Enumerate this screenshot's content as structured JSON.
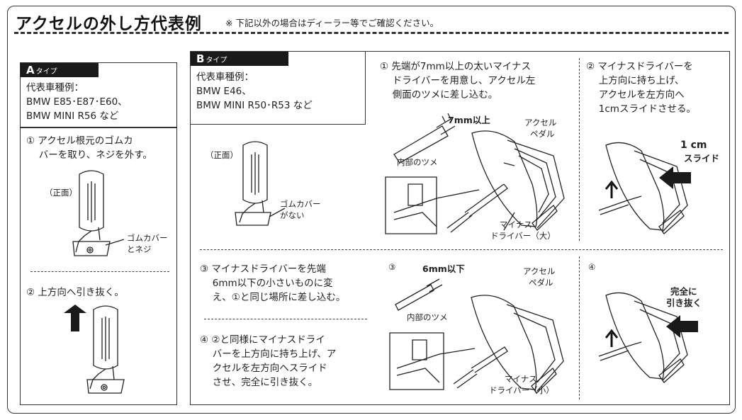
{
  "title": "アクセルの外し方代表例",
  "note": "※ 下記以外の場合はディーラー等でご確認ください。",
  "type_a": {
    "letter": "A",
    "suffix": "タイプ",
    "models": [
      "代表車種例：",
      "BMW E85･E87･E60、",
      "BMW MINI R56 など"
    ],
    "step1": [
      "① アクセル根元のゴムカ",
      "　 バーを取り、ネジを外す。"
    ],
    "front_label": "（正面）",
    "callout": [
      "ゴムカバー",
      "とネジ"
    ],
    "step2": "② 上方向へ引き抜く。"
  },
  "type_b": {
    "letter": "B",
    "suffix": "タイプ",
    "models": [
      "代表車種例：",
      "BMW E46、",
      "BMW MINI R50･R53 など"
    ],
    "front_label": "（正面）",
    "callout": [
      "ゴムカバー",
      "がない"
    ],
    "step1": [
      "① 先端が7mm以上の太いマイナス",
      "　 ドライバーを用意し、アクセル左",
      "　 側面のツメに差し込む。"
    ],
    "step2": [
      "② マイナスドライバーを",
      "　 上方向に持ち上げ、",
      "　 アクセルを左方向へ",
      "　 1cmスライドさせる。"
    ],
    "step3": [
      "③ マイナスドライバーを先端",
      "　 6mm以下の小さいものに変",
      "　 え、①と同じ場所に差し込む。"
    ],
    "step4": [
      "④ ②と同様にマイナスドライ",
      "　 バーを上方向に持ち上げ、ア",
      "　 クセルを左方向へスライド",
      "　 させ、完全に引き抜く。"
    ],
    "fig1": {
      "size": "7mm以上",
      "pedal": [
        "アクセル",
        "ペダル"
      ],
      "claw": "内部のツメ",
      "driver": [
        "マイナス",
        "ドライバー（大）"
      ]
    },
    "fig2": {
      "slide": [
        "1 cm",
        "スライド"
      ]
    },
    "fig3": {
      "marker": "③",
      "size": "6mm以下",
      "pedal": [
        "アクセル",
        "ペダル"
      ],
      "claw": "内部のツメ",
      "driver": [
        "マイナス",
        "ドライバー（小）"
      ]
    },
    "fig4": {
      "marker": "④",
      "pull": [
        "完全に",
        "引き抜く"
      ]
    }
  }
}
